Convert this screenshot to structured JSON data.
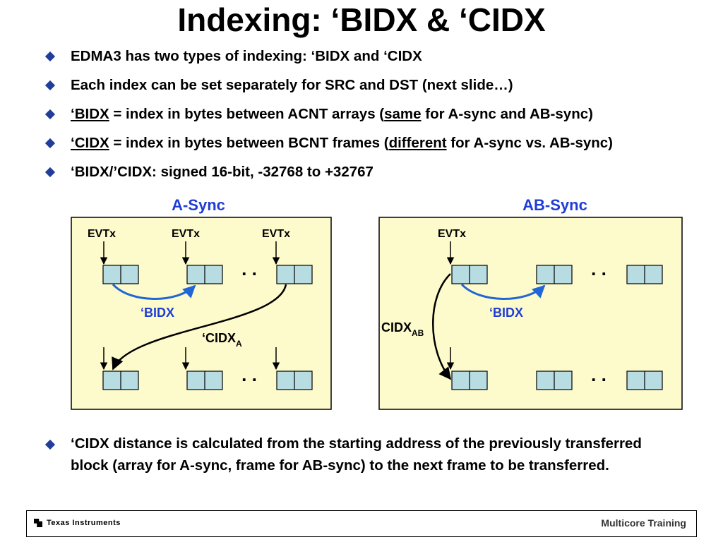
{
  "title": "Indexing: ‘BIDX & ‘CIDX",
  "bullets": [
    {
      "text": "EDMA3 has two types of indexing: ‘BIDX and ‘CIDX"
    },
    {
      "text": "Each index can be set separately for SRC and DST (next slide…)"
    },
    {
      "pre": "‘BIDX",
      "mid": " = index in bytes between ACNT arrays (",
      "emph": "same",
      "post": " for A-sync and AB-sync)"
    },
    {
      "pre": "‘CIDX",
      "mid": " = index in bytes between BCNT frames (",
      "emph": "different",
      "post": " for A-sync vs. AB-sync)"
    },
    {
      "text": "‘BIDX/’CIDX: signed 16-bit, -32768 to +32767"
    }
  ],
  "diagram": {
    "a_sync": {
      "heading": "A-Sync",
      "evt_labels": [
        "EVTx",
        "EVTx",
        "EVTx"
      ],
      "dots": ". .",
      "bidx_label": "‘BIDX",
      "cidx_label": "‘CIDX",
      "cidx_sub": "A"
    },
    "ab_sync": {
      "heading": "AB-Sync",
      "evt_label": "EVTx",
      "dots": ". .",
      "bidx_label": "‘BIDX",
      "cidx_label": "CIDX",
      "cidx_sub": "AB"
    },
    "colors": {
      "panel_fill": "#fdfacc",
      "cell_fill": "#b7dde3",
      "accent_blue": "#1f67d6",
      "heading_blue": "#1f3dd6"
    }
  },
  "note": "‘CIDX distance is calculated from the starting address of the previously transferred block (array for A-sync, frame for AB-sync) to the next frame to be transferred.",
  "footer": {
    "logo_text": "Texas Instruments",
    "right_text": "Multicore Training"
  }
}
